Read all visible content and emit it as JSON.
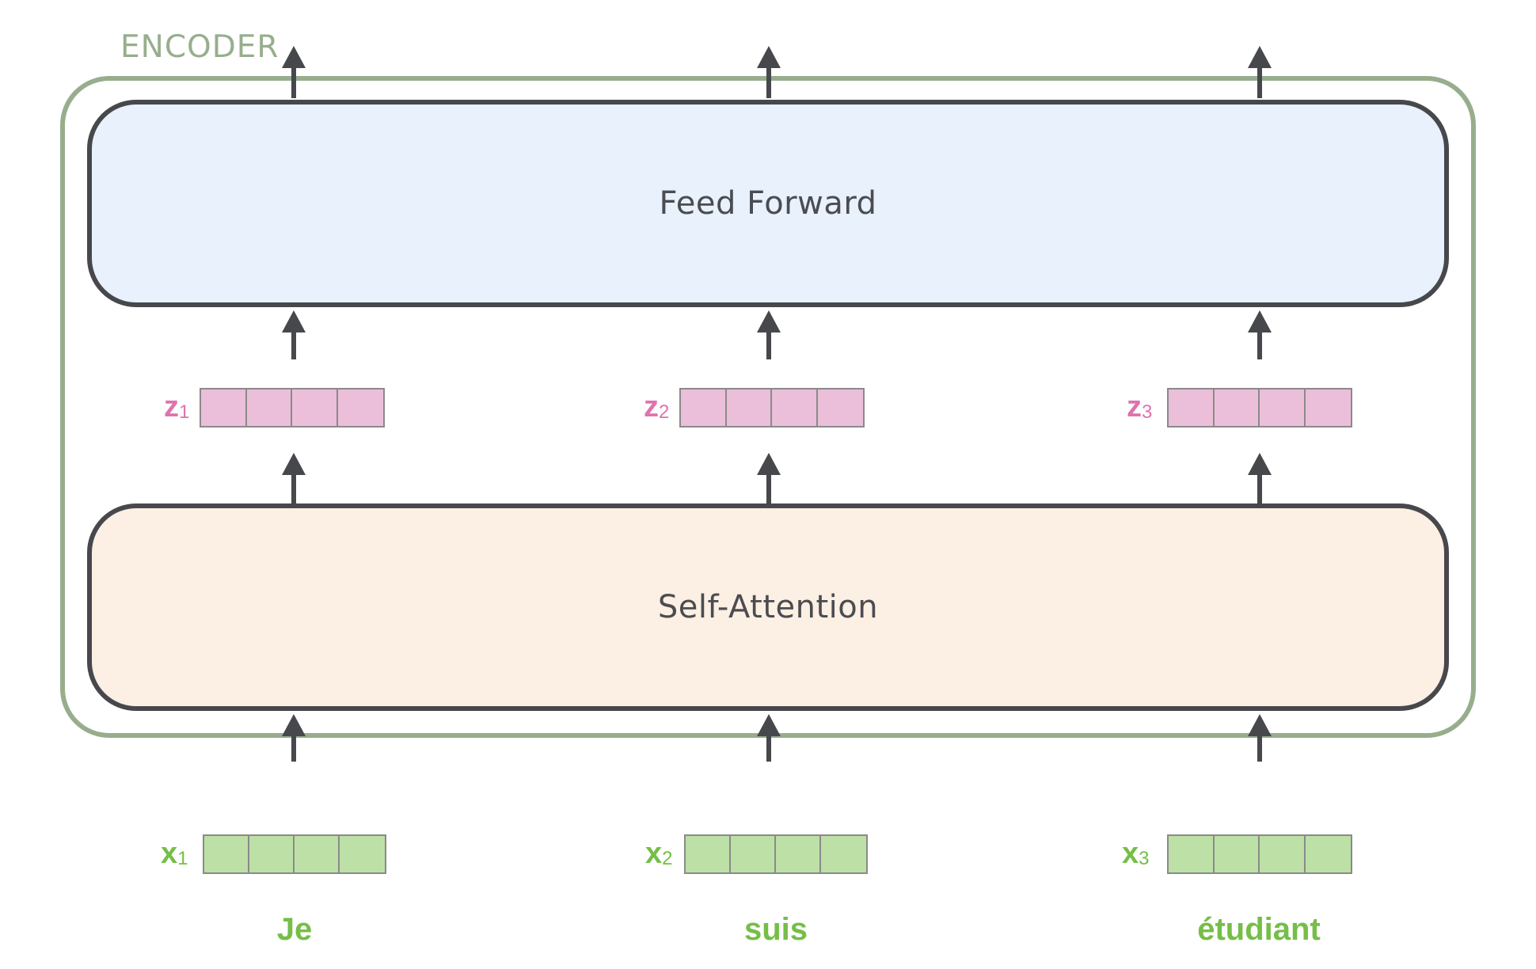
{
  "encoder": {
    "label": "ENCODER",
    "border_color": "#97ae8d"
  },
  "layers": {
    "feed_forward": {
      "title": "Feed Forward",
      "fill": "#e8f1fc"
    },
    "self_attention": {
      "title": "Self-Attention",
      "fill": "#fcefe3"
    }
  },
  "z_vectors": [
    {
      "symbol": "z",
      "index": "1"
    },
    {
      "symbol": "z",
      "index": "2"
    },
    {
      "symbol": "z",
      "index": "3"
    }
  ],
  "x_vectors": [
    {
      "symbol": "x",
      "index": "1"
    },
    {
      "symbol": "x",
      "index": "2"
    },
    {
      "symbol": "x",
      "index": "3"
    }
  ],
  "words": [
    "Je",
    "suis",
    "étudiant"
  ],
  "colors": {
    "z_fill": "#ebbfd9",
    "z_label": "#e072ad",
    "x_fill": "#bde0a6",
    "x_label": "#75be47",
    "arrow": "#47484c"
  },
  "vector_cells": 4
}
